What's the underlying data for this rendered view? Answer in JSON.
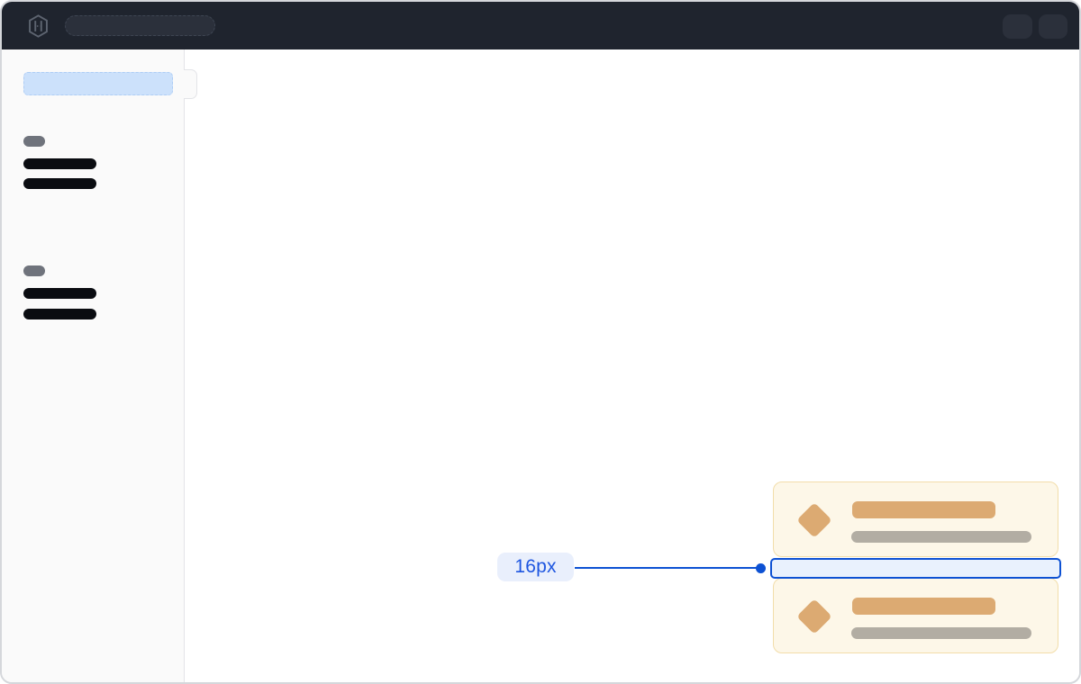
{
  "theme": {
    "accent": "#0d51d3",
    "accent-text": "#1e56e0",
    "label-bg": "#e9effc",
    "gap-fill": "#e9f1fd",
    "header-bg": "#1f242e",
    "header-skeleton": "#2b303b",
    "header-skeleton-border": "#3e4552",
    "logo-color": "#5d6470",
    "sidebar-bg": "#fafafa",
    "sidebar-border": "#e3e4e8",
    "skeleton-blue": "#cce1fb",
    "skeleton-blue-border": "#aecdf5",
    "skeleton-gray": "#6f737c",
    "skeleton-dark": "#0a0c11",
    "card-bg": "#fdf7e8",
    "card-border": "#f2ddaa",
    "card-orange": "#dcaa72",
    "card-gray": "#b2ada3",
    "frame-border": "#d5d7db"
  },
  "header": {
    "logo_icon": "hashicorp-logo"
  },
  "cards": {
    "icon": "diamond",
    "count": 2
  },
  "annotation": {
    "label": "16px"
  }
}
